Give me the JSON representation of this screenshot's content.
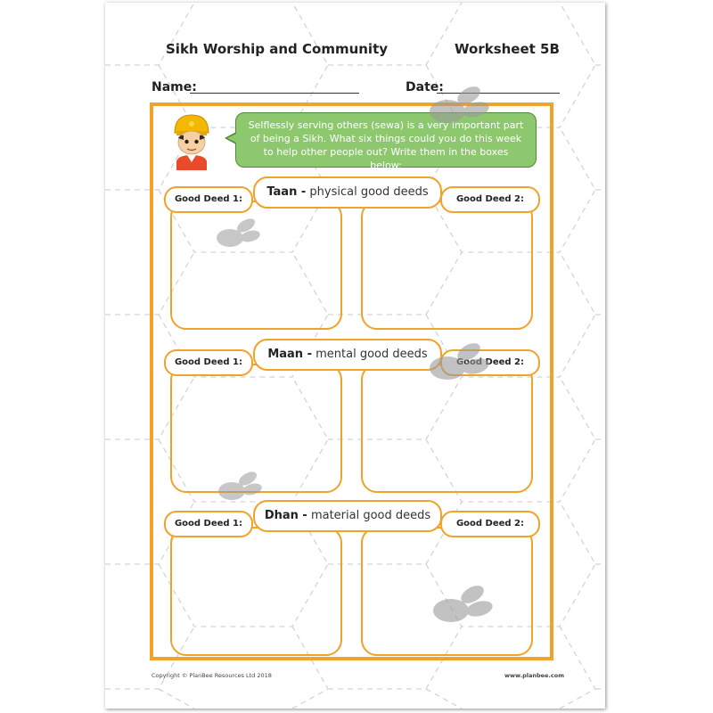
{
  "header": {
    "title": "Sikh Worship and Community",
    "worksheet": "Worksheet 5B",
    "name_label": "Name:",
    "date_label": "Date:"
  },
  "instruction": "Selflessly serving others (sewa) is a very important part of being a Sikh. What six things could you do this week to help other people out? Write them in the boxes below:",
  "sections": [
    {
      "name": "Taan -",
      "desc": "physical good deeds",
      "left_label": "Good Deed 1:",
      "right_label": "Good Deed 2:"
    },
    {
      "name": "Maan -",
      "desc": "mental good deeds",
      "left_label": "Good Deed 1:",
      "right_label": "Good Deed 2:"
    },
    {
      "name": "Dhan -",
      "desc": "material good deeds",
      "left_label": "Good Deed 1:",
      "right_label": "Good Deed 2:"
    }
  ],
  "footer": {
    "copyright": "Copyright © PlanBee Resources Ltd 2018",
    "website": "www.planbee.com"
  },
  "colors": {
    "accent": "#f0a22a",
    "bubble": "#8ec86e",
    "watermark": "#8a8a8a"
  },
  "icons": [
    "sikh-boy-avatar-icon",
    "bee-watermark-icon"
  ]
}
